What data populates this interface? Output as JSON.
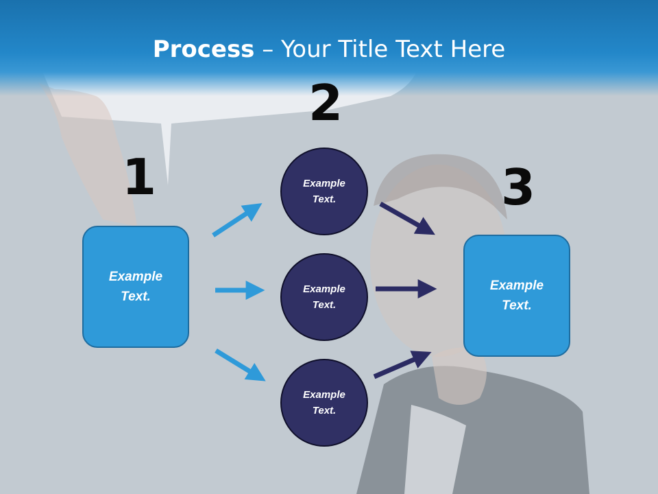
{
  "title": {
    "bold": "Process",
    "rest": " – Your Title Text Here"
  },
  "steps": {
    "n1": "1",
    "n2": "2",
    "n3": "3"
  },
  "nodes": {
    "start_box": "Example\nText.",
    "circle_top": "Example\nText.",
    "circle_mid": "Example\nText.",
    "circle_bottom": "Example\nText.",
    "end_box": "Example\nText."
  },
  "colors": {
    "header": "#2387c9",
    "box": "#2f9ad9",
    "circle": "#303064",
    "arrow_light": "#2f9ad9",
    "arrow_dark": "#2b2b63"
  }
}
